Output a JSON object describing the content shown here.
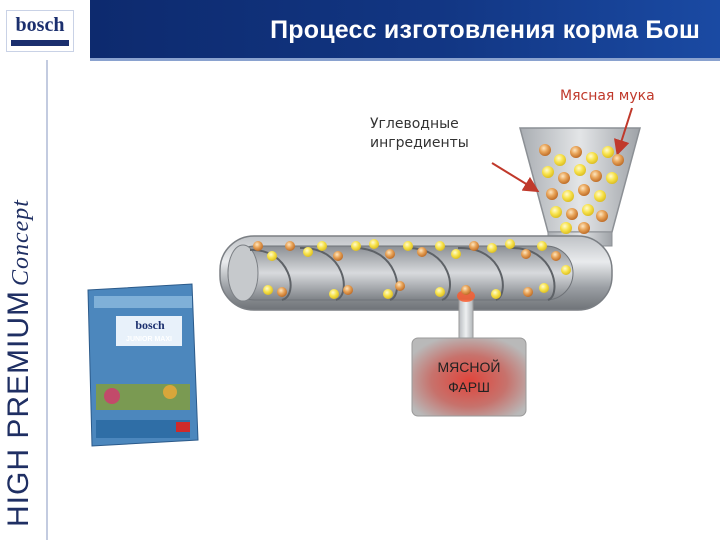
{
  "header": {
    "title": "Процесс изготовления корма Бош"
  },
  "logo": {
    "text": "bosch"
  },
  "sidebar": {
    "brand": "HIGH PREMIUM",
    "brand_suffix": "Concept"
  },
  "labels": {
    "meat_meal": "Мясная мука",
    "carb_line1": "Углеводные",
    "carb_line2": "ингредиенты",
    "mince_line1": "МЯСНОЙ",
    "mince_line2": "ФАРШ"
  },
  "package": {
    "brand": "bosch",
    "product": "JUNIOR MAXI"
  },
  "colors": {
    "header": "#123683",
    "arrow": "#c0392b",
    "granule_yellow": "#f7e24a",
    "granule_orange": "#e08a3a"
  }
}
